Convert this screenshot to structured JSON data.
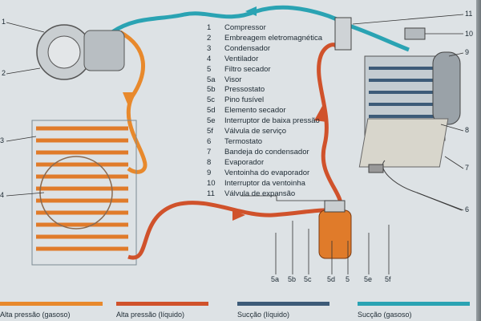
{
  "components": [
    {
      "num": "1",
      "label": "Compressor"
    },
    {
      "num": "2",
      "label": "Embreagem eletromagnética"
    },
    {
      "num": "3",
      "label": "Condensador"
    },
    {
      "num": "4",
      "label": "Ventilador"
    },
    {
      "num": "5",
      "label": "Filtro secador"
    },
    {
      "num": "5a",
      "label": "Visor"
    },
    {
      "num": "5b",
      "label": "Pressostato"
    },
    {
      "num": "5c",
      "label": "Pino fusível"
    },
    {
      "num": "5d",
      "label": "Elemento secador"
    },
    {
      "num": "5e",
      "label": "Interruptor de baixa pressão"
    },
    {
      "num": "5f",
      "label": "Válvula de serviço"
    },
    {
      "num": "6",
      "label": "Termostato"
    },
    {
      "num": "7",
      "label": "Bandeja do condensador"
    },
    {
      "num": "8",
      "label": "Evaporador"
    },
    {
      "num": "9",
      "label": "Ventoinha do evaporador"
    },
    {
      "num": "10",
      "label": "Interruptor da ventoinha"
    },
    {
      "num": "11",
      "label": "Válvula de expansão"
    }
  ],
  "callouts": {
    "c1": "1",
    "c2": "2",
    "c3": "3",
    "c4": "4",
    "c6": "6",
    "c7": "7",
    "c8": "8",
    "c9": "9",
    "c10": "10",
    "c11": "11",
    "c5a": "5a",
    "c5b": "5b",
    "c5c": "5c",
    "c5d": "5d",
    "c5": "5",
    "c5e": "5e",
    "c5f": "5f"
  },
  "key": [
    {
      "label": "Alta pressão (gasoso)",
      "color": "#e8892c"
    },
    {
      "label": "Alta pressão (líquido)",
      "color": "#d0522b"
    },
    {
      "label": "Sucção (líquido)",
      "color": "#3d5b78"
    },
    {
      "label": "Sucção (gasoso)",
      "color": "#2aa3b3"
    }
  ]
}
